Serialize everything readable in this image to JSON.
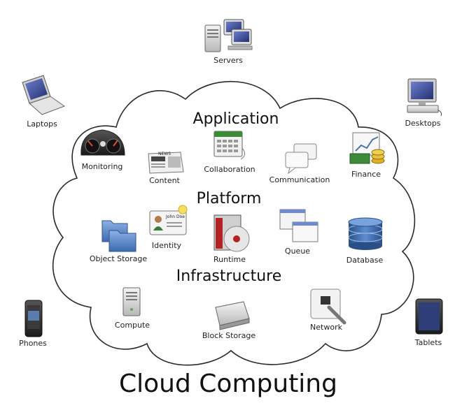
{
  "title": "Cloud Computing",
  "layers": {
    "application": "Application",
    "platform": "Platform",
    "infrastructure": "Infrastructure"
  },
  "devices": {
    "servers": "Servers",
    "laptops": "Laptops",
    "desktops": "Desktops",
    "phones": "Phones",
    "tablets": "Tablets"
  },
  "application": {
    "monitoring": "Monitoring",
    "content": "Content",
    "collaboration": "Collaboration",
    "communication": "Communication",
    "finance": "Finance"
  },
  "platform": {
    "object_storage": "Object Storage",
    "identity": "Identity",
    "runtime": "Runtime",
    "queue": "Queue",
    "database": "Database"
  },
  "infrastructure": {
    "compute": "Compute",
    "block_storage": "Block Storage",
    "network": "Network"
  },
  "badges": {
    "news": "NEWS",
    "id_name": "John Doe"
  },
  "colors": {
    "cloud_stroke": "#2a2a2a",
    "screen_blue": "#3a4a9a",
    "folder_blue": "#5b86c8",
    "db_blue": "#3c6aa8",
    "runtime_red": "#b22222",
    "finance_green": "#3d8a3a",
    "gold": "#e0b020"
  }
}
